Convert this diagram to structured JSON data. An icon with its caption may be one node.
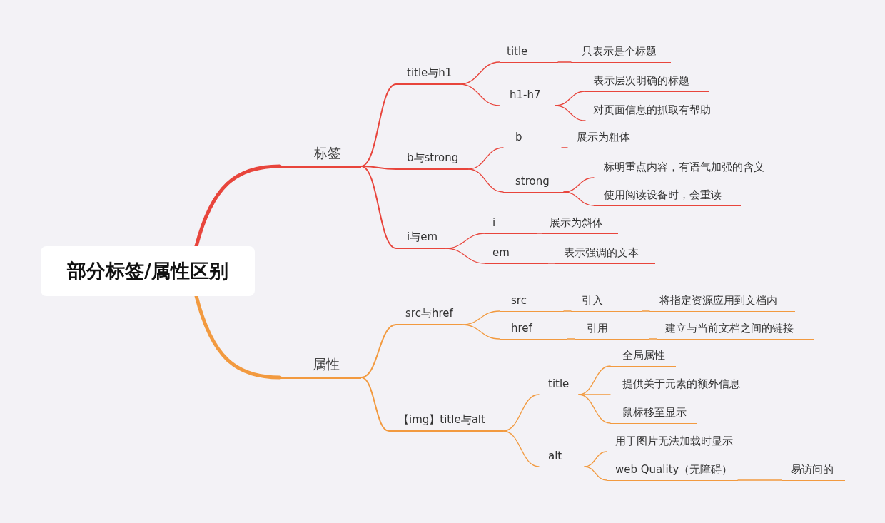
{
  "diagram": {
    "nodes": [
      {
        "text": [
          "部分标签/属性区别"
        ]
      },
      {
        "text": [
          "标签"
        ]
      },
      {
        "text": [
          "title与h1"
        ]
      },
      {
        "text": [
          "title"
        ]
      },
      {
        "text": [
          "只表示是个标题"
        ]
      },
      {
        "text": [
          "h1-h7"
        ]
      },
      {
        "text": [
          "表示层次明确的标题"
        ]
      },
      {
        "text": [
          "对页面信息的抓取有帮助"
        ]
      },
      {
        "text": [
          "b与strong"
        ]
      },
      {
        "text": [
          "b"
        ]
      },
      {
        "text": [
          "展示为粗体"
        ]
      },
      {
        "text": [
          "strong"
        ]
      },
      {
        "text": [
          "标明重点内容，有语气加强的含义"
        ]
      },
      {
        "text": [
          "使用阅读设备时，会重读"
        ]
      },
      {
        "text": [
          "i与em"
        ]
      },
      {
        "text": [
          "i"
        ]
      },
      {
        "text": [
          "展示为斜体"
        ]
      },
      {
        "text": [
          "em"
        ]
      },
      {
        "text": [
          "表示强调的文本"
        ]
      },
      {
        "text": [
          "属性"
        ]
      },
      {
        "text": [
          "src与href"
        ]
      },
      {
        "text": [
          "src"
        ]
      },
      {
        "text": [
          "引入"
        ]
      },
      {
        "text": [
          "将指定资源应用到文档内"
        ]
      },
      {
        "text": [
          "href"
        ]
      },
      {
        "text": [
          "引用"
        ]
      },
      {
        "text": [
          "建立与当前文档之间的链接"
        ]
      },
      {
        "text": [
          "【img】title与alt"
        ]
      },
      {
        "text": [
          "title"
        ]
      },
      {
        "text": [
          "全局属性"
        ]
      },
      {
        "text": [
          "提供关于元素的额外信息"
        ]
      },
      {
        "text": [
          "鼠标移至显示"
        ]
      },
      {
        "text": [
          "alt"
        ]
      },
      {
        "text": [
          "用于图片无法加载时显示"
        ]
      },
      {
        "text": [
          "web Quality（无障碍）"
        ]
      },
      {
        "text": [
          "易访问的"
        ]
      }
    ],
    "edges": [
      {
        "from": 0,
        "to": 1,
        "arrow": "none",
        "style": "thick"
      },
      {
        "from": 1,
        "to": 2,
        "arrow": "none"
      },
      {
        "from": 2,
        "to": 3,
        "arrow": "none"
      },
      {
        "from": 3,
        "to": 4,
        "arrow": "none"
      },
      {
        "from": 2,
        "to": 5,
        "arrow": "none"
      },
      {
        "from": 5,
        "to": 6,
        "arrow": "none"
      },
      {
        "from": 5,
        "to": 7,
        "arrow": "none"
      },
      {
        "from": 1,
        "to": 8,
        "arrow": "none"
      },
      {
        "from": 8,
        "to": 9,
        "arrow": "none"
      },
      {
        "from": 9,
        "to": 10,
        "arrow": "none"
      },
      {
        "from": 8,
        "to": 11,
        "arrow": "none"
      },
      {
        "from": 11,
        "to": 12,
        "arrow": "none"
      },
      {
        "from": 11,
        "to": 13,
        "arrow": "none"
      },
      {
        "from": 1,
        "to": 14,
        "arrow": "none"
      },
      {
        "from": 14,
        "to": 15,
        "arrow": "none"
      },
      {
        "from": 15,
        "to": 16,
        "arrow": "none"
      },
      {
        "from": 14,
        "to": 17,
        "arrow": "none"
      },
      {
        "from": 17,
        "to": 18,
        "arrow": "none"
      },
      {
        "from": 0,
        "to": 19,
        "arrow": "none",
        "style": "thick",
        "color": "#f29a3f"
      },
      {
        "from": 19,
        "to": 20,
        "arrow": "none",
        "color": "#f29a3f"
      },
      {
        "from": 20,
        "to": 21,
        "arrow": "none",
        "color": "#f29a3f"
      },
      {
        "from": 21,
        "to": 22,
        "arrow": "none",
        "color": "#f29a3f"
      },
      {
        "from": 22,
        "to": 23,
        "arrow": "none",
        "color": "#f29a3f"
      },
      {
        "from": 20,
        "to": 24,
        "arrow": "none",
        "color": "#f29a3f"
      },
      {
        "from": 24,
        "to": 25,
        "arrow": "none",
        "color": "#f29a3f"
      },
      {
        "from": 25,
        "to": 26,
        "arrow": "none",
        "color": "#f29a3f"
      },
      {
        "from": 19,
        "to": 27,
        "arrow": "none",
        "color": "#f29a3f"
      },
      {
        "from": 27,
        "to": 28,
        "arrow": "none",
        "color": "#f29a3f"
      },
      {
        "from": 28,
        "to": 29,
        "arrow": "none",
        "color": "#f29a3f"
      },
      {
        "from": 28,
        "to": 30,
        "arrow": "none",
        "color": "#f29a3f"
      },
      {
        "from": 28,
        "to": 31,
        "arrow": "none",
        "color": "#f29a3f"
      },
      {
        "from": 27,
        "to": 32,
        "arrow": "none",
        "color": "#f29a3f"
      },
      {
        "from": 32,
        "to": 33,
        "arrow": "none",
        "color": "#f29a3f"
      },
      {
        "from": 32,
        "to": 34,
        "arrow": "none",
        "color": "#f29a3f"
      },
      {
        "from": 34,
        "to": 35,
        "arrow": "none",
        "color": "#f29a3f"
      }
    ]
  }
}
